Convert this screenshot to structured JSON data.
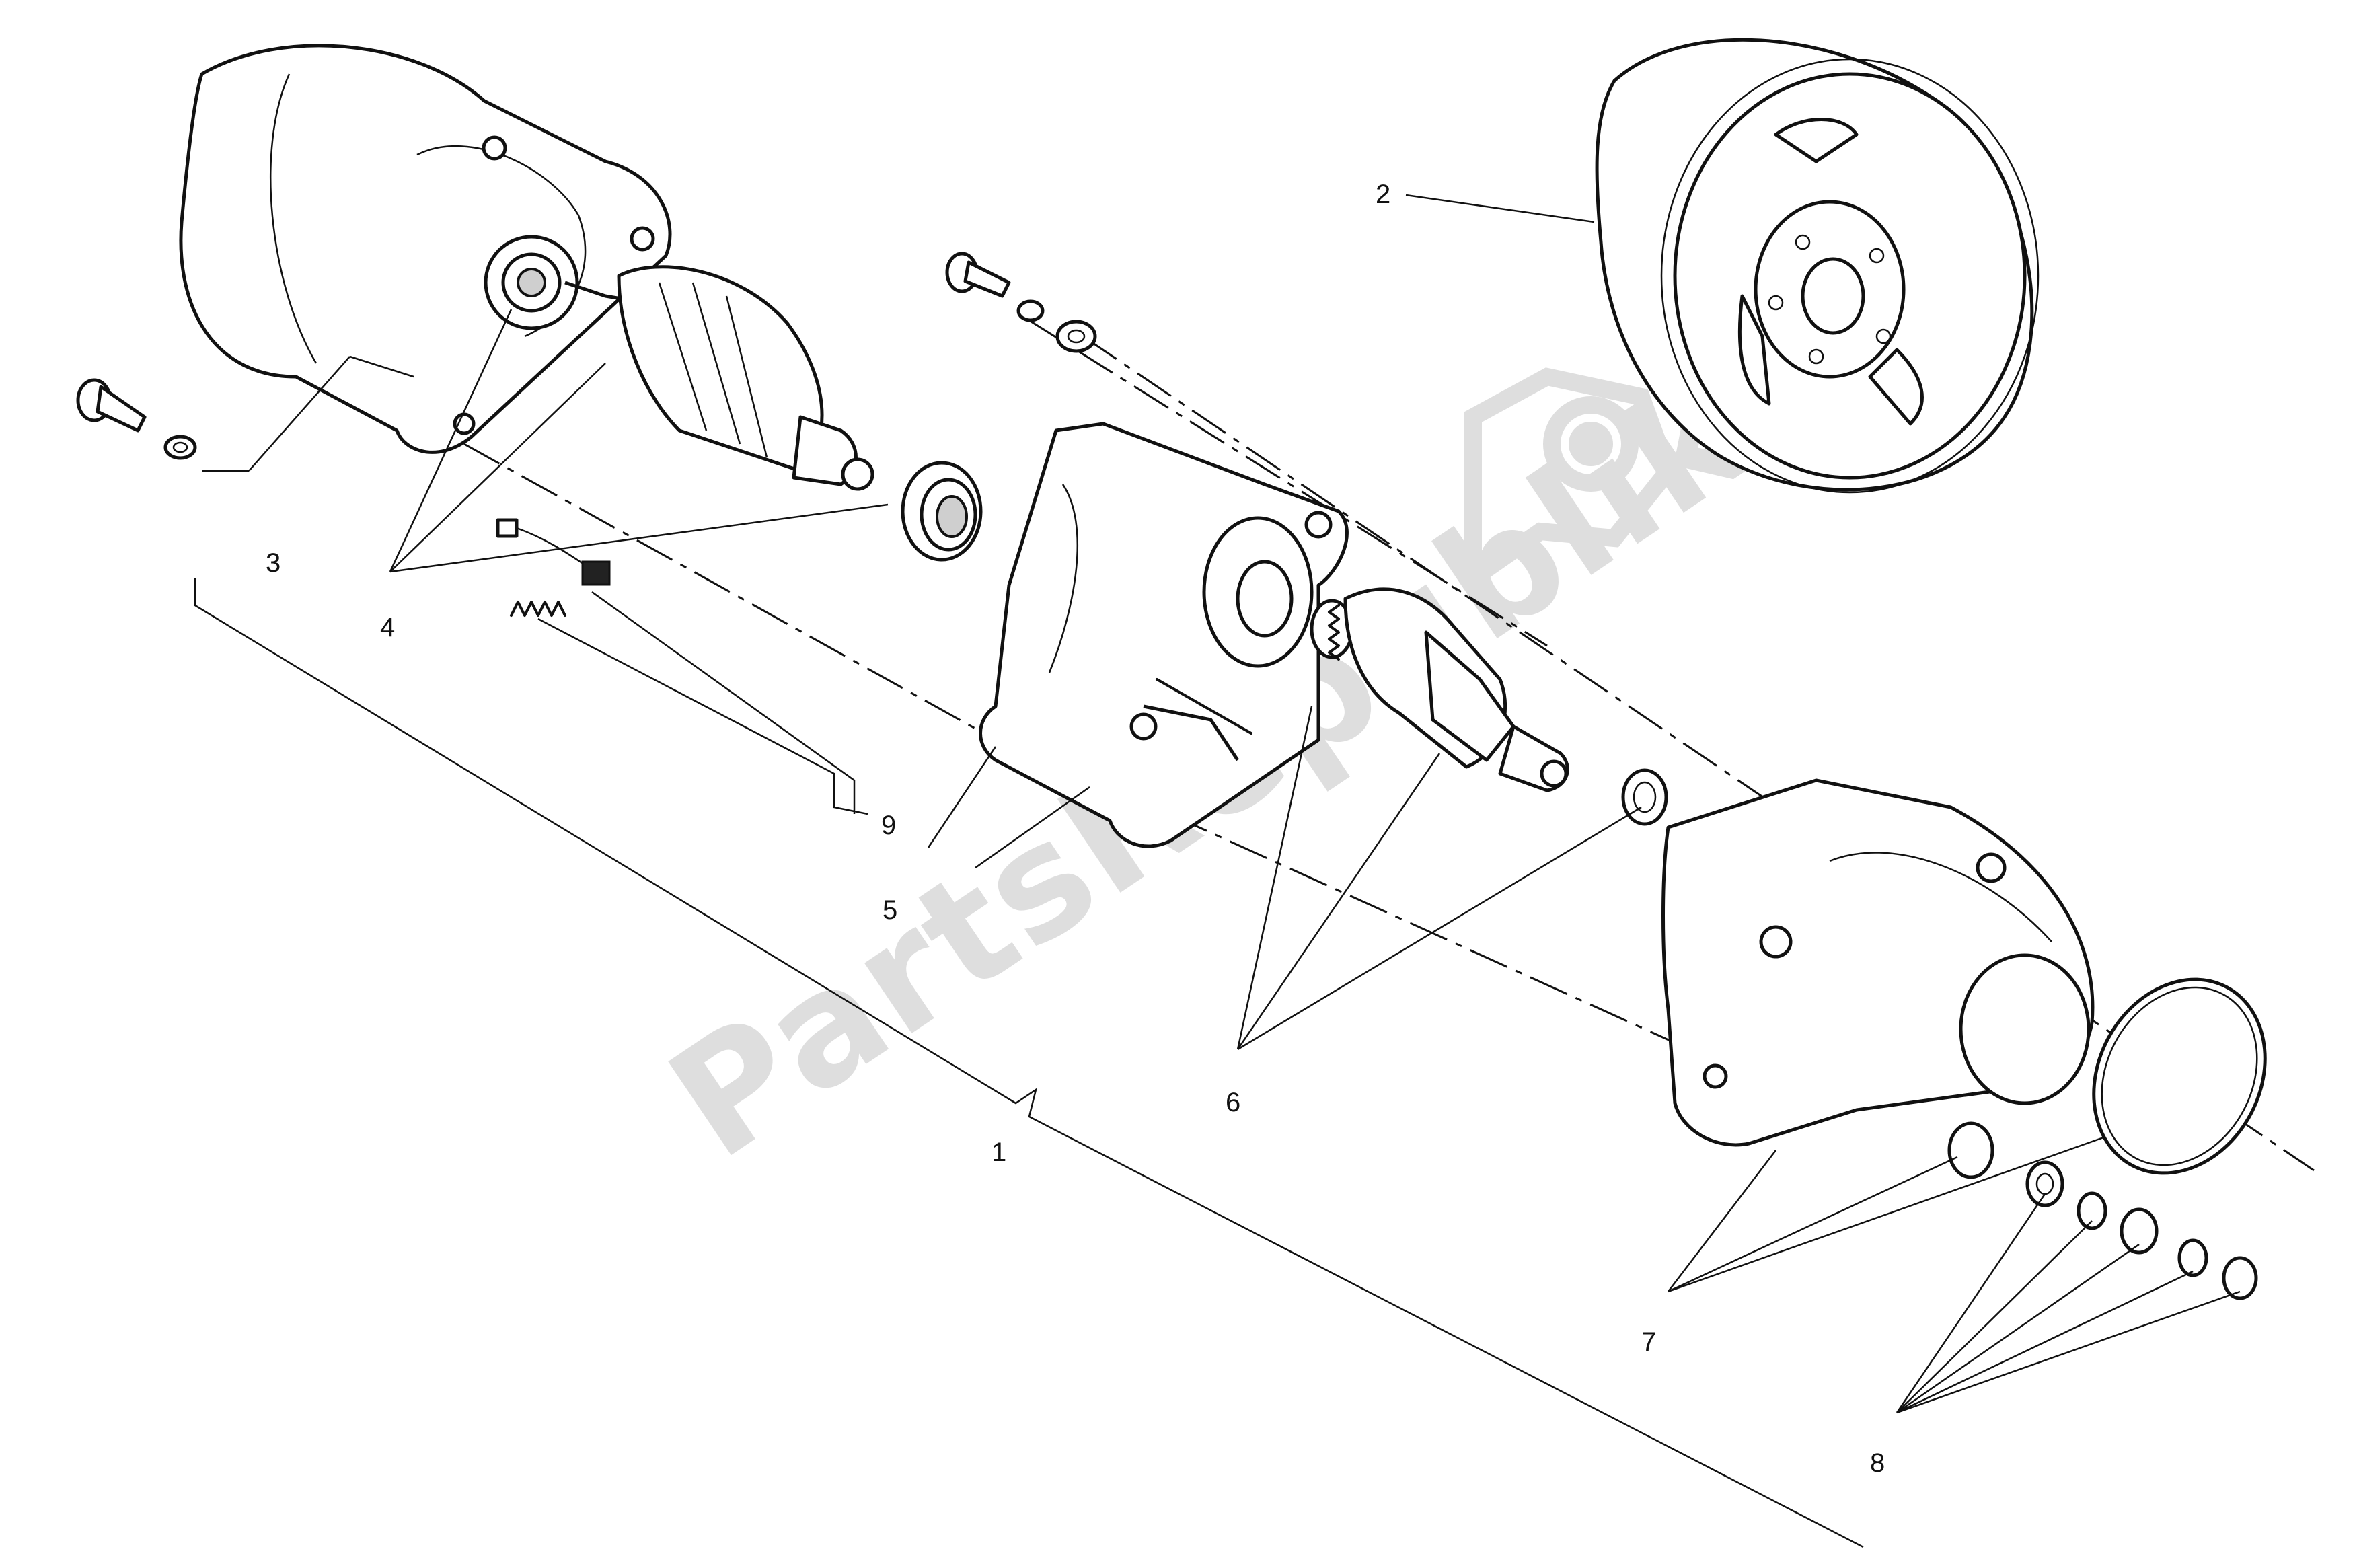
{
  "diagram": {
    "callouts": [
      {
        "id": "1",
        "label": "1"
      },
      {
        "id": "2",
        "label": "2"
      },
      {
        "id": "3",
        "label": "3"
      },
      {
        "id": "4",
        "label": "4"
      },
      {
        "id": "5",
        "label": "5"
      },
      {
        "id": "6",
        "label": "6"
      },
      {
        "id": "7",
        "label": "7"
      },
      {
        "id": "8",
        "label": "8"
      },
      {
        "id": "9",
        "label": "9"
      }
    ],
    "watermark": "PartsRepublik",
    "colors": {
      "line": "#111111",
      "watermark": "#dedede",
      "background": "#ffffff"
    }
  }
}
